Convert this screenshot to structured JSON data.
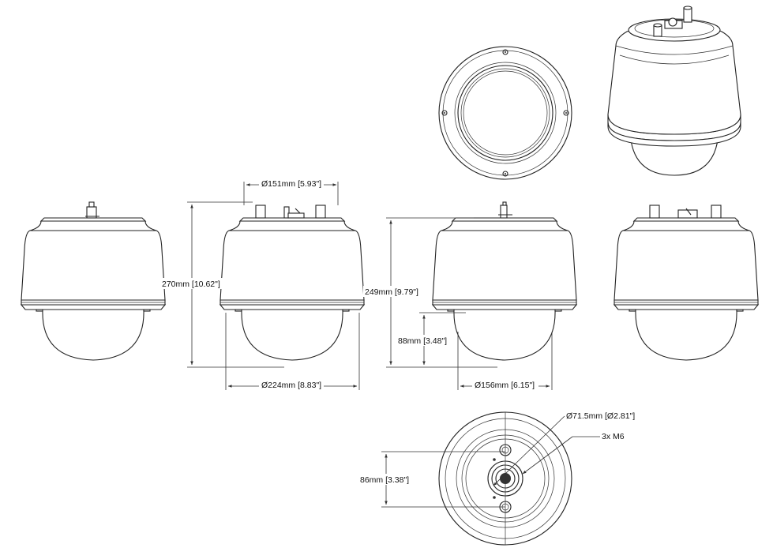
{
  "dimensions": {
    "top_width": "Ø151mm [5.93\"]",
    "total_height": "270mm [10.62\"]",
    "body_width": "Ø224mm [8.83\"]",
    "height_no_mount": "249mm [9.79\"]",
    "dome_height": "88mm [3.48\"]",
    "dome_width": "Ø156mm [6.15\"]",
    "mount_diameter": "Ø71.5mm [Ø2.81\"]",
    "screws": "3x M6",
    "screw_spacing": "86mm [3.38\"]"
  }
}
